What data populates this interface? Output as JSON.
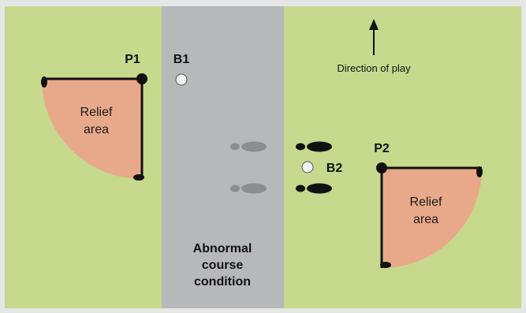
{
  "colors": {
    "border": "#e6e6e6",
    "grass": "#c6d98c",
    "path": "#b7b8ba",
    "relief": "#e8a98a",
    "ball": "#f2f2f2",
    "shoe_old": "#8c8d8f",
    "shoe_new": "#111111"
  },
  "labels": {
    "p1": "P1",
    "b1": "B1",
    "p2": "P2",
    "b2": "B2",
    "direction": "Direction of play"
  },
  "relief_areas": [
    {
      "line1": "Relief",
      "line2": "area"
    },
    {
      "line1": "Relief",
      "line2": "area"
    }
  ],
  "condition": {
    "line1": "Abnormal",
    "line2": "course",
    "line3": "condition"
  },
  "icons": {
    "arrow": "up-arrow-icon",
    "footprints": "footprints-icon",
    "ball": "golf-ball-icon",
    "point": "reference-point-icon"
  }
}
